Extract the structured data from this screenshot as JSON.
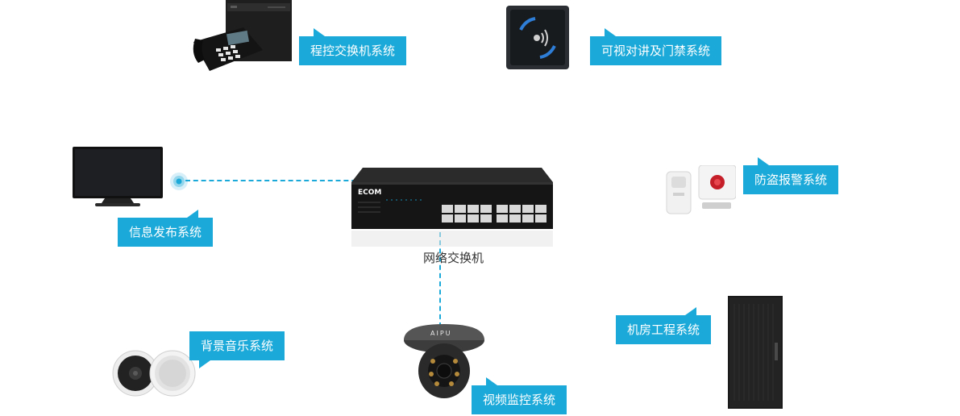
{
  "center": {
    "label": "网络交换机",
    "switch_brand": "ECOM"
  },
  "camera_brand": "AIPU",
  "systems": {
    "pbx": "程控交换机系统",
    "intercom": "可视对讲及门禁系统",
    "info": "信息发布系统",
    "alarm": "防盗报警系统",
    "music": "背景音乐系统",
    "video": "视频监控系统",
    "server_room": "机房工程系统"
  },
  "colors": {
    "accent": "#1aa9d8",
    "label_text": "#ffffff",
    "center_text": "#333333"
  }
}
